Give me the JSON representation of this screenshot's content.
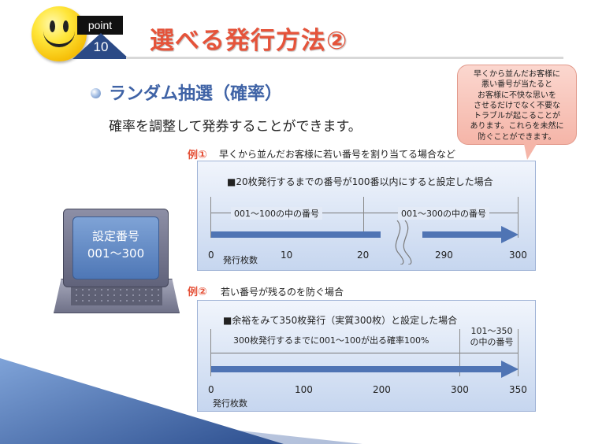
{
  "badge": {
    "label": "point",
    "number": "10"
  },
  "title": "選べる発行方法②",
  "heading": "ランダム抽選（確率）",
  "description": "確率を調整して発券することができます。",
  "callout": {
    "lines": [
      "早くから並んだお客様に",
      "悪い番号が当たると",
      "お客様に不快な思いを",
      "させるだけでなく不要な",
      "トラブルが起こることが",
      "あります。これらを未然に",
      "防ぐことができます。"
    ]
  },
  "laptop": {
    "line1": "設定番号",
    "line2": "001～300"
  },
  "example1": {
    "label_prefix": "例",
    "label_num": "①",
    "text": "早くから並んだお客様に若い番号を割り当てる場合など",
    "panel_title": "■20枚発行するまでの番号が100番以内にすると設定した場合",
    "range1": "001～100の中の番号",
    "range2": "001～300の中の番号",
    "ticks": [
      "0",
      "10",
      "20",
      "290",
      "300"
    ],
    "axis_label": "発行枚数"
  },
  "example2": {
    "label_prefix": "例",
    "label_num": "②",
    "text": "若い番号が残るのを防ぐ場合",
    "panel_title": "■余裕をみて350枚発行（実質300枚）と設定した場合",
    "range1": "300枚発行するまでに001～100が出る確率100%",
    "range2_line1": "101～350",
    "range2_line2": "の中の番号",
    "ticks": [
      "0",
      "100",
      "200",
      "300",
      "350"
    ],
    "axis_label": "発行枚数"
  },
  "colors": {
    "title": "#e5533a",
    "heading": "#3f63a6",
    "bar": "#4f74b4",
    "callout": "#f5b5a8"
  }
}
